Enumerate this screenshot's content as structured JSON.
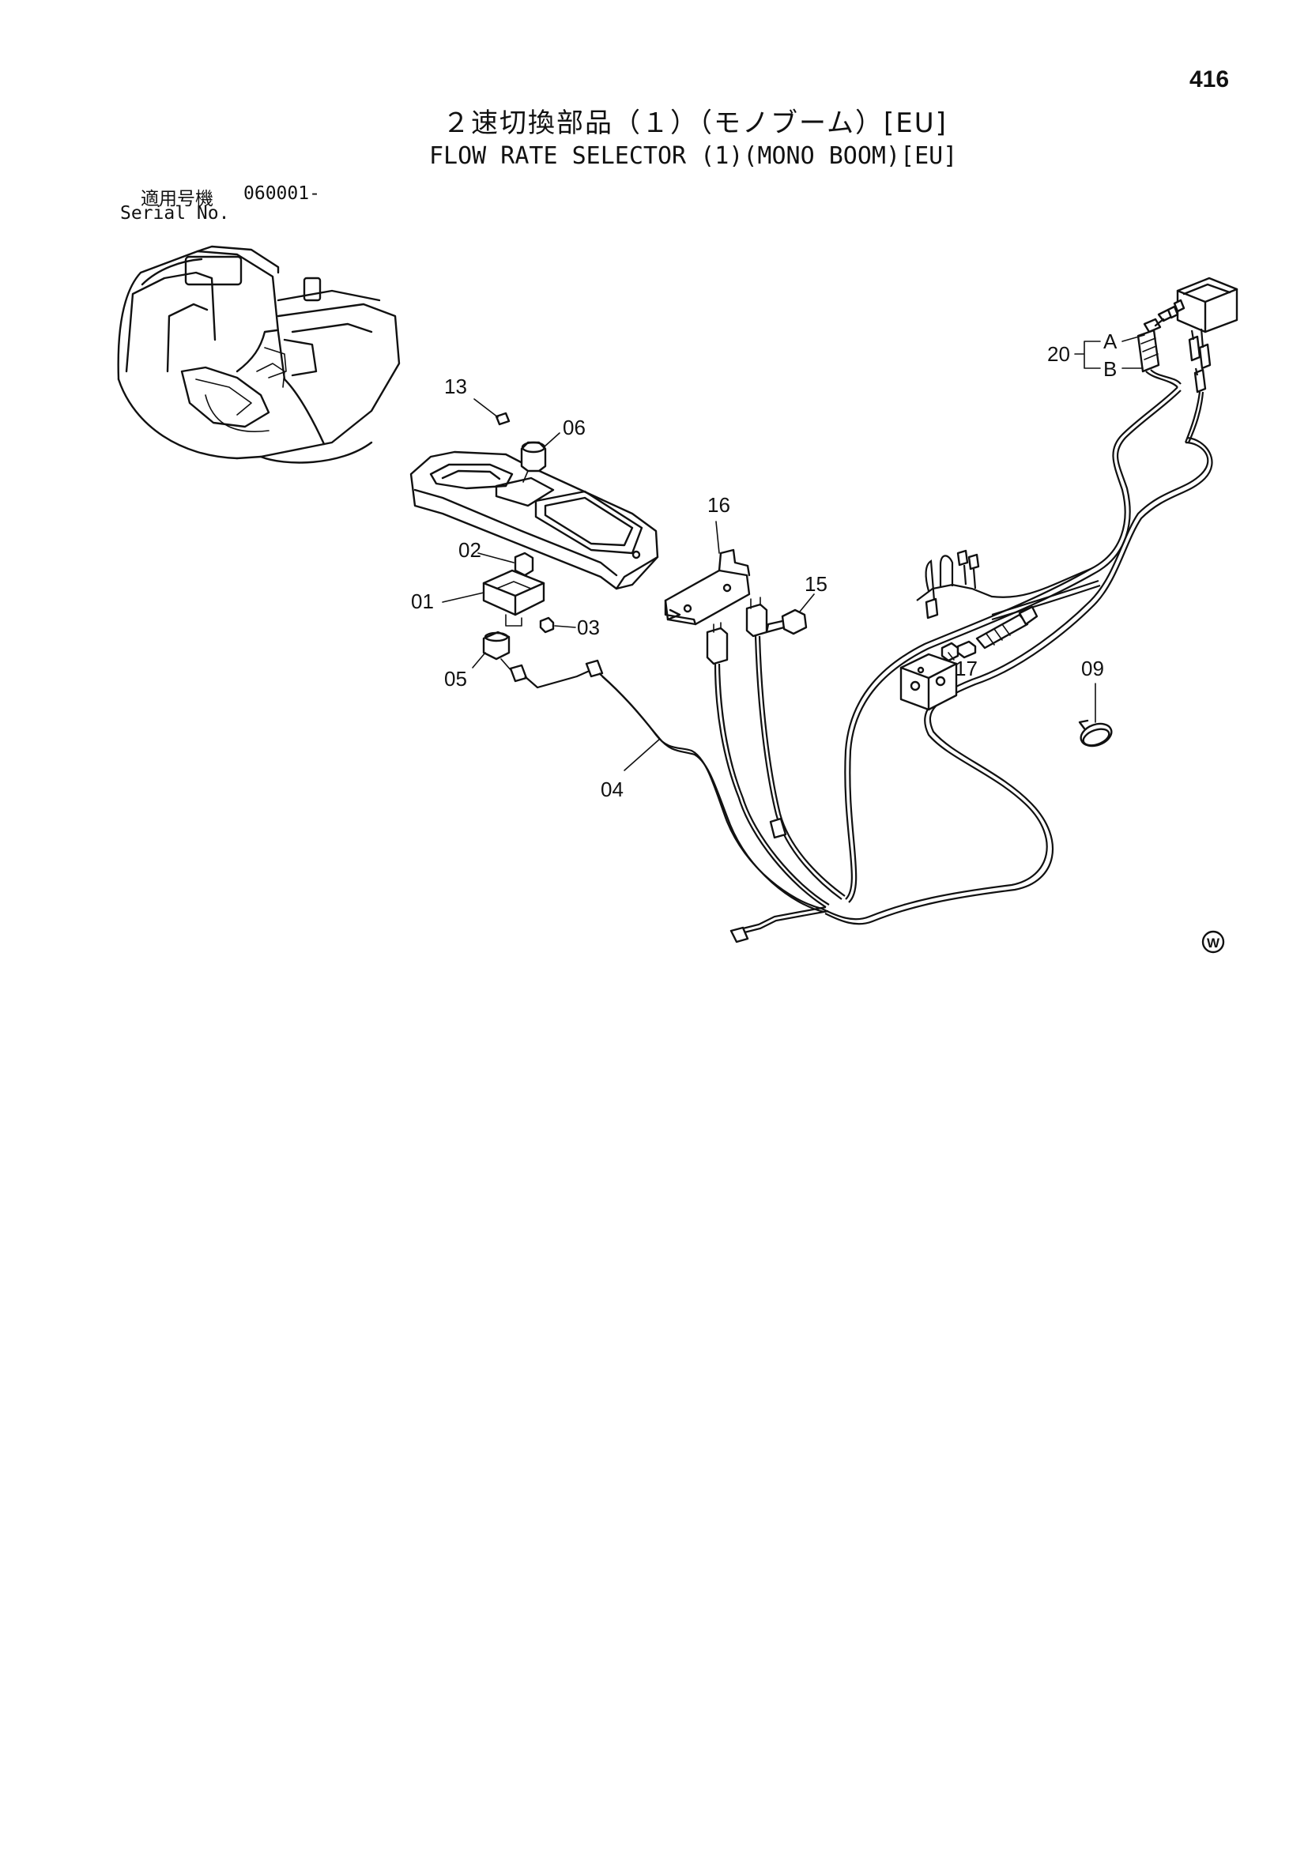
{
  "page": {
    "number": "416",
    "title_jp": "２速切換部品（１）（モノブーム）[EU]",
    "title_en": "FLOW RATE SELECTOR (1)(MONO BOOM)[EU]",
    "serial_label_jp": "適用号機",
    "serial_value": "060001-",
    "serial_label_en": "Serial No."
  },
  "diagram": {
    "callouts": {
      "p01": "01",
      "p02": "02",
      "p03": "03",
      "p04": "04",
      "p05": "05",
      "p06": "06",
      "p09": "09",
      "p13": "13",
      "p15": "15",
      "p16": "16",
      "p17": "17",
      "p20": "20",
      "port_a": "A",
      "port_b": "B"
    },
    "mark": "W"
  }
}
